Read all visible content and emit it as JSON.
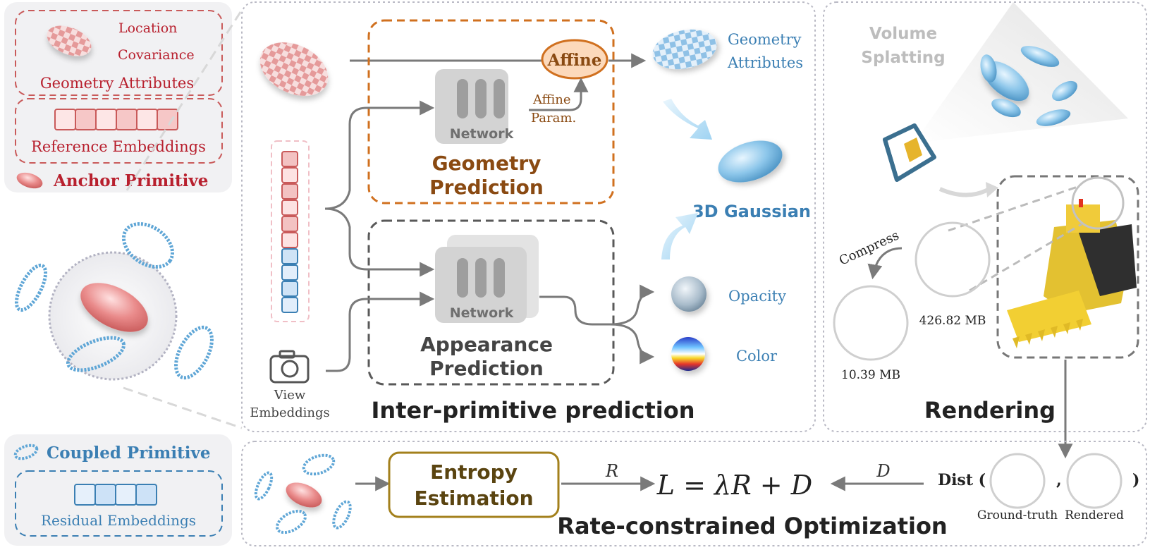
{
  "colors": {
    "anchor_red": "#b8202e",
    "coupled_blue": "#3b7fb3",
    "geometry_orange": "#d0701f",
    "geometry_text": "#8a4a12",
    "entropy_gold": "#a3801c",
    "panel_border": "#b9b9c4",
    "network_gray": "#cfcfcf",
    "arrow_gray": "#7a7a7a"
  },
  "legend": {
    "location": "Location",
    "covariance": "Covariance",
    "geometry_attributes": "Geometry Attributes",
    "reference_embeddings": "Reference Embeddings",
    "anchor_primitive": "Anchor Primitive",
    "coupled_primitive": "Coupled Primitive",
    "residual_embeddings": "Residual Embeddings"
  },
  "prediction": {
    "title": "Inter-primitive prediction",
    "affine": "Affine",
    "affine_param_1": "Affine",
    "affine_param_2": "Param.",
    "network_label": "Network",
    "geometry_1": "Geometry",
    "geometry_2": "Prediction",
    "appearance_1": "Appearance",
    "appearance_2": "Prediction",
    "view_1": "View",
    "view_2": "Embeddings",
    "geo_attr_1": "Geometry",
    "geo_attr_2": "Attributes",
    "gaussian": "3D Gaussian",
    "opacity": "Opacity",
    "color": "Color"
  },
  "rendering": {
    "title": "Rendering",
    "volume_1": "Volume",
    "volume_2": "Splatting",
    "compress": "Compress",
    "size_large": "426.82 MB",
    "size_small": "10.39 MB"
  },
  "optimization": {
    "title": "Rate-constrained Optimization",
    "entropy_1": "Entropy",
    "entropy_2": "Estimation",
    "rate_symbol": "R",
    "dist_symbol": "D",
    "loss_formula": "L = λR + D",
    "dist_label": "Dist (",
    "comma": ",",
    "close_paren": ")",
    "ground_truth": "Ground-truth",
    "rendered": "Rendered"
  }
}
